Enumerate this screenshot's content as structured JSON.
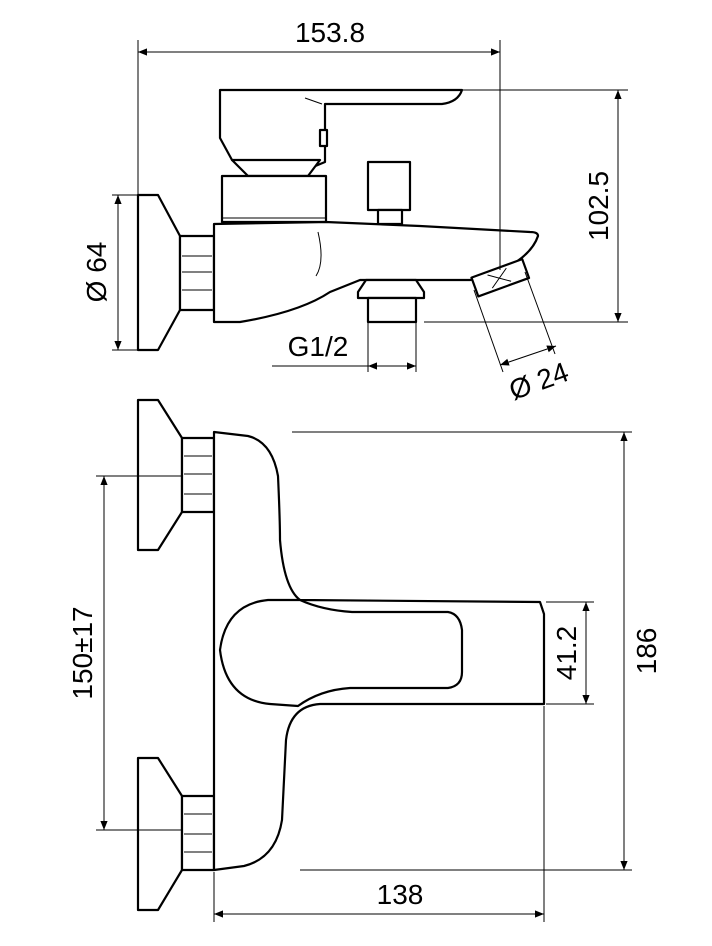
{
  "dimensions": {
    "overall_length": "153.8",
    "overall_height": "102.5",
    "wall_flange_diameter": "Ø 64",
    "inlet_thread": "G1/2",
    "outlet_diameter": "Ø 24",
    "inlet_spacing": "150±17",
    "body_depth": "186",
    "spout_width": "41.2",
    "spout_projection": "138"
  }
}
